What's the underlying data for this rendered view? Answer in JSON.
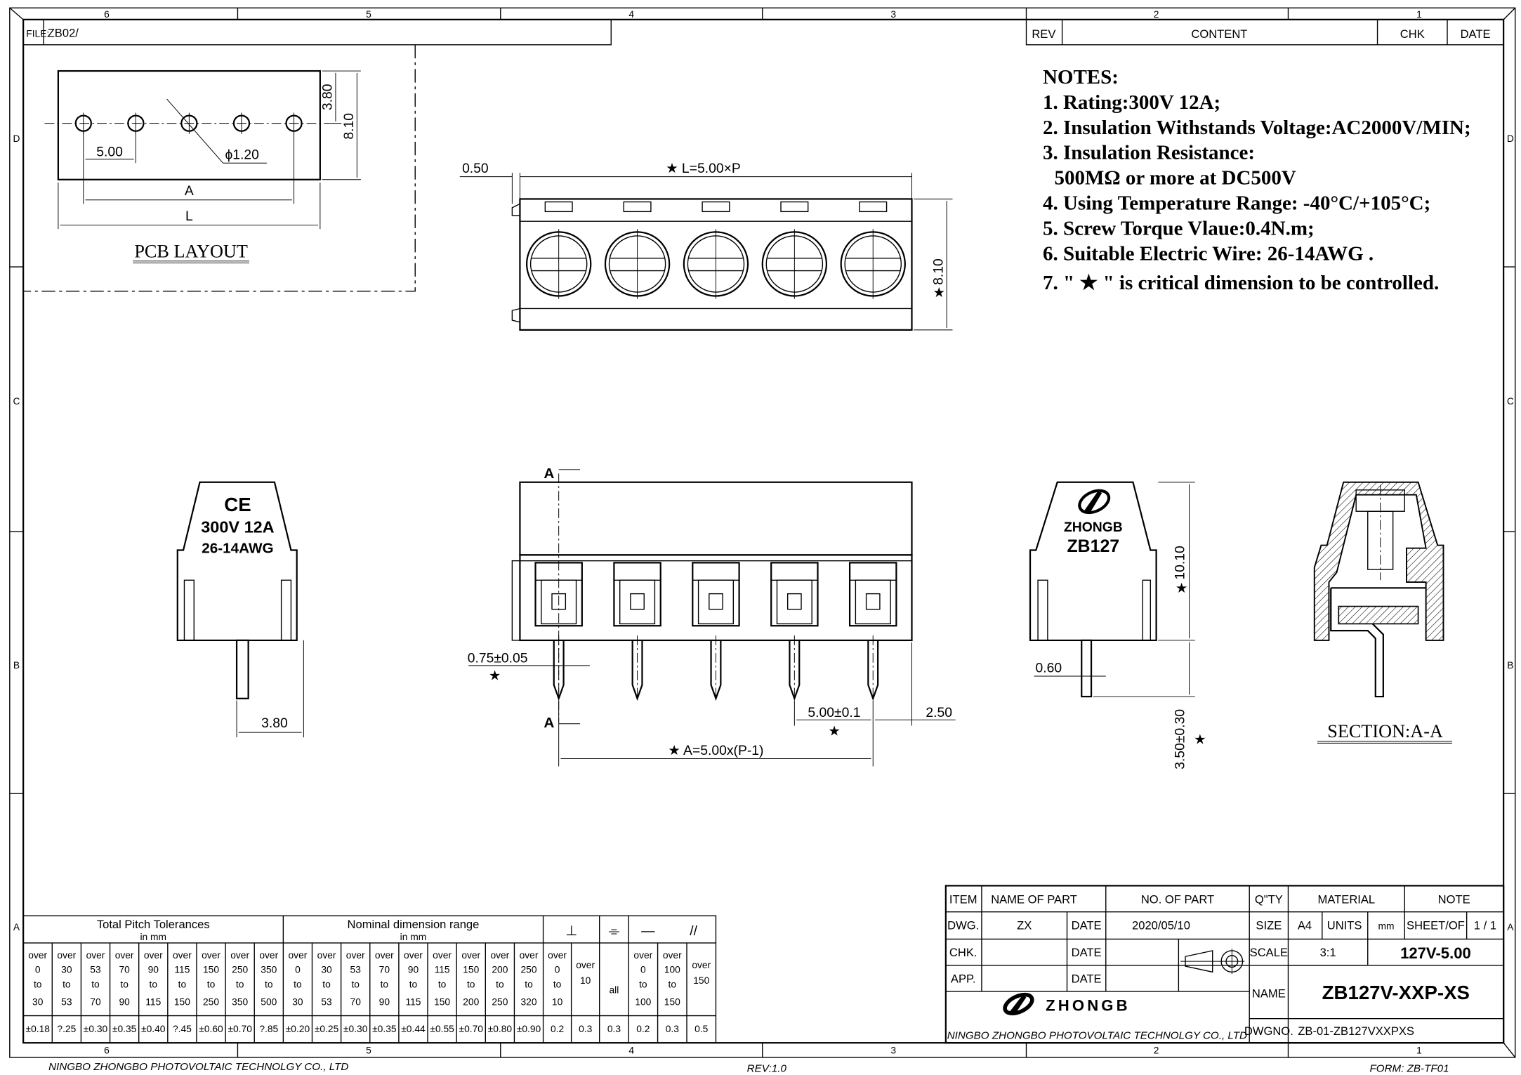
{
  "border": {
    "col_labels": [
      "6",
      "5",
      "4",
      "3",
      "2",
      "1"
    ],
    "row_labels": [
      "D",
      "C",
      "B",
      "A"
    ]
  },
  "file": {
    "label": "FILE:",
    "value": "ZB02/"
  },
  "revision": {
    "headers": [
      "REV",
      "CONTENT",
      "CHK",
      "DATE"
    ]
  },
  "notes": {
    "title": "NOTES:",
    "lines": [
      "1. Rating:300V 12A;",
      "2. Insulation Withstands Voltage:AC2000V/MIN;",
      "3. Insulation Resistance:",
      "500MΩ or more at DC500V",
      "4. Using Temperature Range: -40°C/+105°C;",
      "5. Screw Torque Vlaue:0.4N.m;",
      "6. Suitable Electric Wire: 26-14AWG .",
      "7. \" ★ \" is critical dimension to be controlled."
    ]
  },
  "pcb_layout": {
    "title": "PCB LAYOUT",
    "pitch": "5.00",
    "hole": "ϕ1.20",
    "dim_a": "A",
    "dim_l": "L",
    "row_offset": "3.80",
    "depth": "8.10"
  },
  "top_view": {
    "offset": "0.50",
    "length": "★ L=5.00×P",
    "depth": "8.10",
    "star": "★"
  },
  "left_view": {
    "ce": "CE",
    "rating": "300V 12A",
    "wire": "26-14AWG",
    "pin_offset": "3.80"
  },
  "front_view": {
    "section_mark": "A",
    "pin_width": "0.75±0.05",
    "pitch": "5.00±0.1",
    "end": "2.50",
    "span": "★ A=5.00x(P-1)",
    "star": "★"
  },
  "right_view": {
    "brand": "ZHONGB",
    "model": "ZB127",
    "height": "10.10",
    "pin_thickness": "0.60",
    "pin_length": "3.50±0.30",
    "star": "★"
  },
  "section_view": {
    "title": "SECTION:A-A"
  },
  "tolerance_table": {
    "pitch_header": "Total Pitch Tolerances",
    "pitch_unit": "in mm",
    "nominal_header": "Nominal dimension range",
    "nominal_unit": "in mm",
    "over": "over",
    "to": "to",
    "pitch": [
      {
        "from": "0",
        "to": "30",
        "tol": "±0.18"
      },
      {
        "from": "30",
        "to": "53",
        "tol": "?.25"
      },
      {
        "from": "53",
        "to": "70",
        "tol": "±0.30"
      },
      {
        "from": "70",
        "to": "90",
        "tol": "±0.35"
      },
      {
        "from": "90",
        "to": "115",
        "tol": "±0.40"
      },
      {
        "from": "115",
        "to": "150",
        "tol": "?.45"
      },
      {
        "from": "150",
        "to": "250",
        "tol": "±0.60"
      },
      {
        "from": "250",
        "to": "350",
        "tol": "±0.70"
      },
      {
        "from": "350",
        "to": "500",
        "tol": "?.85"
      }
    ],
    "nominal": [
      {
        "from": "0",
        "to": "30",
        "tol": "±0.20"
      },
      {
        "from": "30",
        "to": "53",
        "tol": "±0.25"
      },
      {
        "from": "53",
        "to": "70",
        "tol": "±0.30"
      },
      {
        "from": "70",
        "to": "90",
        "tol": "±0.35"
      },
      {
        "from": "90",
        "to": "115",
        "tol": "±0.44"
      },
      {
        "from": "115",
        "to": "150",
        "tol": "±0.55"
      },
      {
        "from": "150",
        "to": "200",
        "tol": "±0.70"
      },
      {
        "from": "200",
        "to": "250",
        "tol": "±0.80"
      },
      {
        "from": "250",
        "to": "320",
        "tol": "±0.90"
      }
    ],
    "symbols": {
      "perpendicular": "⊥",
      "symmetry": "⌯",
      "straightness": "—",
      "parallel": "//"
    },
    "perpendicular": [
      {
        "from": "0",
        "to": "10",
        "tol": "0.2"
      },
      {
        "from": "10",
        "to": "",
        "tol": "0.3"
      }
    ],
    "symmetry": {
      "label": "all",
      "tol": "0.3"
    },
    "parallel": [
      {
        "from": "0",
        "to": "100",
        "tol": "0.2"
      },
      {
        "from": "100",
        "to": "150",
        "tol": "0.3"
      },
      {
        "from": "150",
        "to": "",
        "tol": "0.5"
      }
    ]
  },
  "title_block": {
    "item": "ITEM",
    "name_of_part": "NAME OF PART",
    "no_of_part": "NO. OF PART",
    "qty": "Q\"TY",
    "material": "MATERIAL",
    "note": "NOTE",
    "dwg": "DWG.",
    "dwg_by": "ZX",
    "date": "DATE",
    "dwg_date": "2020/05/10",
    "size": "SIZE",
    "size_value": "A4",
    "units": "UNITS",
    "units_value": "mm",
    "sheet": "SHEET/OF",
    "sheet_value": "1 / 1",
    "chk": "CHK.",
    "app": "APP.",
    "scale": "SCALE",
    "scale_value": "3:1",
    "series": "127V-5.00",
    "name": "NAME",
    "name_value": "ZB127V-XXP-XS",
    "logo_text": "ZHONGB",
    "company": "NINGBO ZHONGBO PHOTOVOLTAIC TECHNOLGY CO., LTD",
    "dwgno": "DWGNO.",
    "dwgno_value": "ZB-01-ZB127VXXPXS"
  },
  "footer": {
    "company": "NINGBO ZHONGBO PHOTOVOLTAIC TECHNOLGY CO., LTD",
    "rev": "REV:1.0",
    "form": "FORM: ZB-TF01"
  }
}
